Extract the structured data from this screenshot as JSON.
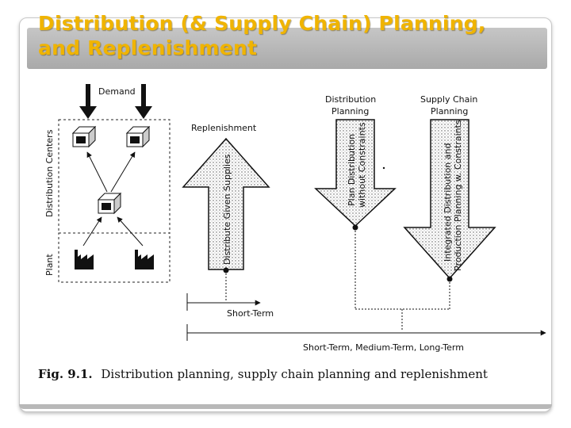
{
  "slide": {
    "title_line1": "Distribution (& Supply Chain) Planning,",
    "title_line2": "and Replenishment"
  },
  "figure": {
    "demand": "Demand",
    "distribution_centers": "Distribution Centers",
    "plant": "Plant",
    "replenishment": "Replenishment",
    "distribute_given_supplies": "Distribute Given Supplies",
    "distribution_planning_line1": "Distribution",
    "distribution_planning_line2": "Planning",
    "plan_distribution_line1": "Plan Distribution",
    "plan_distribution_line2": "without Constraints",
    "supply_chain_planning_line1": "Supply Chain",
    "supply_chain_planning_line2": "Planning",
    "integrated_line1": "Integrated Distribution and",
    "integrated_line2": "Production Planning w. Constraints",
    "short_term": "Short-Term",
    "time_horizons": "Short-Term, Medium-Term, Long-Term",
    "caption_prefix": "Fig. 9.1.",
    "caption_text": "Distribution planning, supply chain planning and replenishment"
  },
  "colors": {
    "title": "#f0b400",
    "title_bar": "#b8b8b8"
  }
}
